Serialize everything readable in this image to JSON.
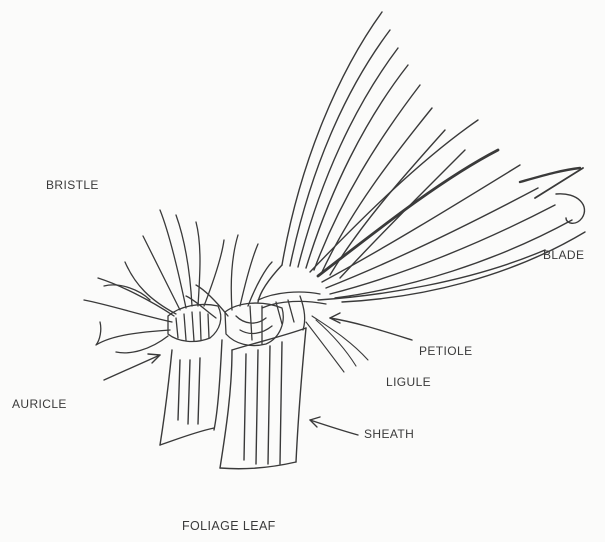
{
  "diagram": {
    "labels": {
      "bristle": "BRISTLE",
      "blade": "BLADE",
      "petiole": "PETIOLE",
      "ligule": "LIGULE",
      "auricle": "AURICLE",
      "sheath": "SHEATH"
    },
    "caption": "FOLIAGE LEAF",
    "ink_color": "#3a3a3a"
  }
}
